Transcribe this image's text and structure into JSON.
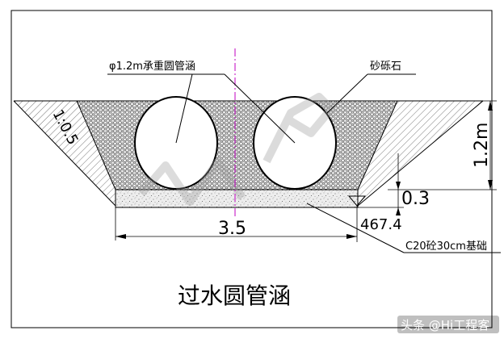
{
  "labels": {
    "pipe": "φ1.2m承重圆管涵",
    "gravel": "砂砾石",
    "slope": "1:0.5",
    "height": "1.2m",
    "base_thickness": "0.3",
    "width": "3.5",
    "elevation": "467.4",
    "foundation": "C20砼30cm基础"
  },
  "title": "过水圆管涵",
  "watermark": "头条 @Hi工程客",
  "colors": {
    "line": "#000000",
    "centerline": "#c000c0",
    "fill": "#d9d9d9"
  }
}
